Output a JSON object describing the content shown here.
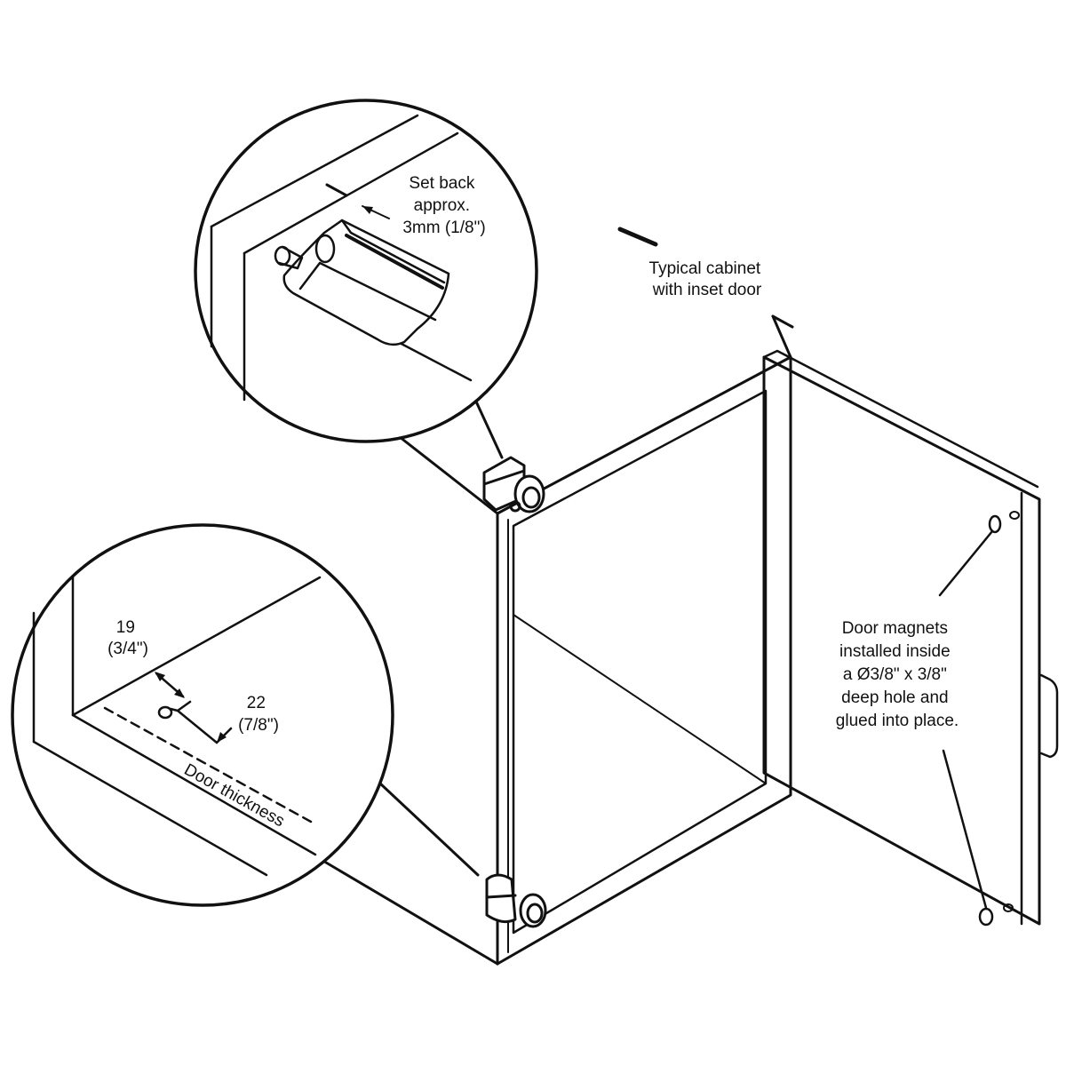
{
  "colors": {
    "line": "#111111",
    "background": "#ffffff"
  },
  "labels": {
    "cabinet": [
      "Typical cabinet",
      "with inset door"
    ],
    "setback": [
      "Set back",
      "approx.",
      "3mm (1/8\")"
    ],
    "dim_19": [
      "19",
      "(3/4\")"
    ],
    "dim_22": [
      "22",
      "(7/8\")"
    ],
    "door_thickness": "Door thickness",
    "magnets": [
      "Door magnets",
      "installed inside",
      "a Ø3/8\" x 3/8\"",
      "deep hole and",
      "glued into place."
    ]
  }
}
